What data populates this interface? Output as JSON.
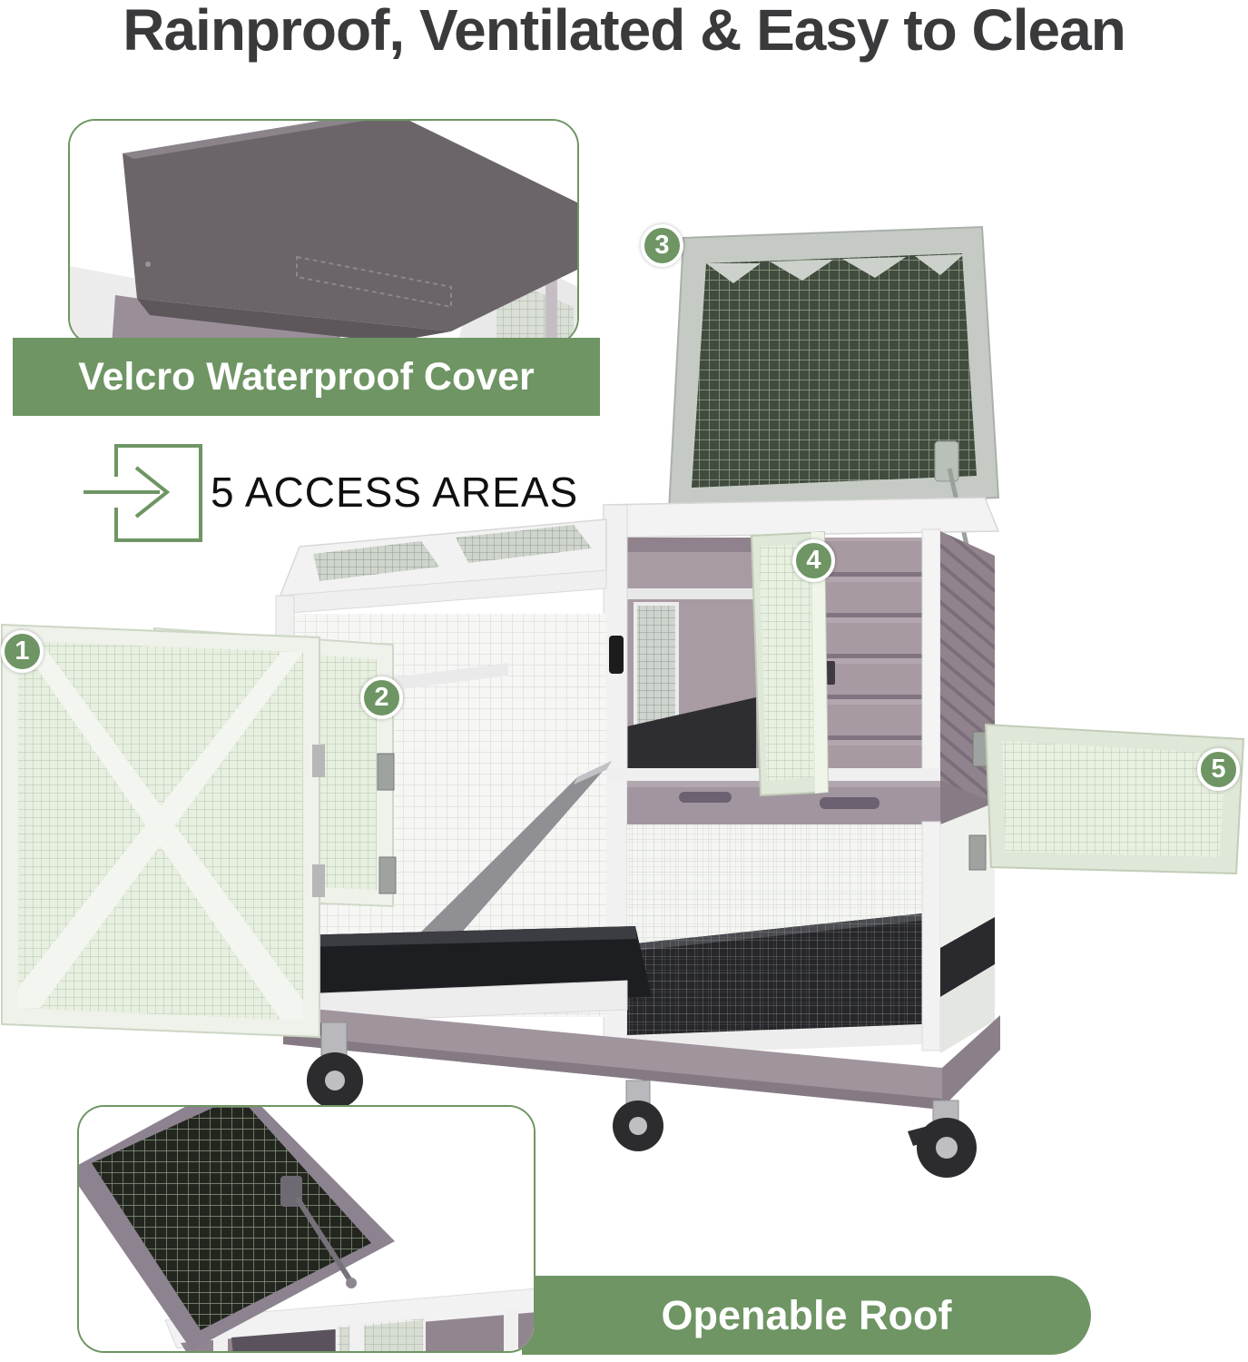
{
  "title": "Rainproof, Ventilated & Easy to Clean",
  "banners": {
    "waterproof_cover": "Velcro Waterproof Cover",
    "openable_roof": "Openable Roof"
  },
  "access": {
    "label": "5 ACCESS AREAS",
    "count": "5",
    "icon": "arrow-into-square-icon"
  },
  "markers": [
    "1",
    "2",
    "3",
    "4",
    "5"
  ],
  "colors": {
    "accent_green": "#6e9563",
    "title_text": "#3a3a3c",
    "banner_text": "#ffffff",
    "wood_mauve": "#a396a0",
    "frame_white": "#f2f2f2",
    "lid_mesh_dark_green": "#3e473c",
    "door_mesh_sage": "#e7efe0",
    "tray_black": "#222226"
  }
}
